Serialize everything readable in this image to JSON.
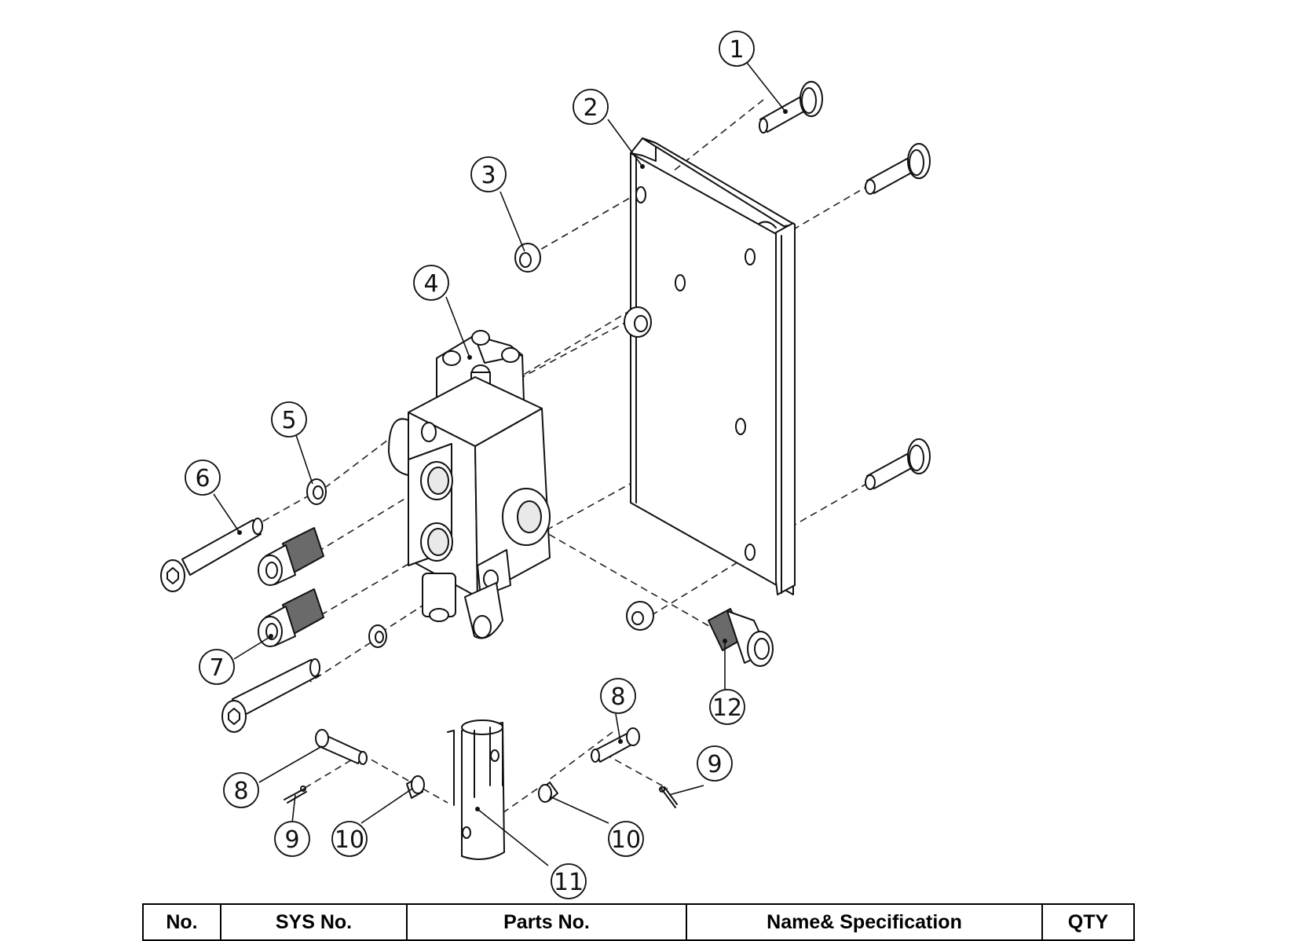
{
  "callouts": [
    {
      "id": "c1",
      "label": "1"
    },
    {
      "id": "c2",
      "label": "2"
    },
    {
      "id": "c3",
      "label": "3"
    },
    {
      "id": "c4",
      "label": "4"
    },
    {
      "id": "c5",
      "label": "5"
    },
    {
      "id": "c6",
      "label": "6"
    },
    {
      "id": "c7",
      "label": "7"
    },
    {
      "id": "c8a",
      "label": "8"
    },
    {
      "id": "c8b",
      "label": "8"
    },
    {
      "id": "c9a",
      "label": "9"
    },
    {
      "id": "c9b",
      "label": "9"
    },
    {
      "id": "c10a",
      "label": "10"
    },
    {
      "id": "c10b",
      "label": "10"
    },
    {
      "id": "c11",
      "label": "11"
    },
    {
      "id": "c12",
      "label": "12"
    }
  ],
  "table": {
    "headers": [
      "No.",
      "SYS No.",
      "Parts No.",
      "Name& Specification",
      "QTY"
    ]
  }
}
